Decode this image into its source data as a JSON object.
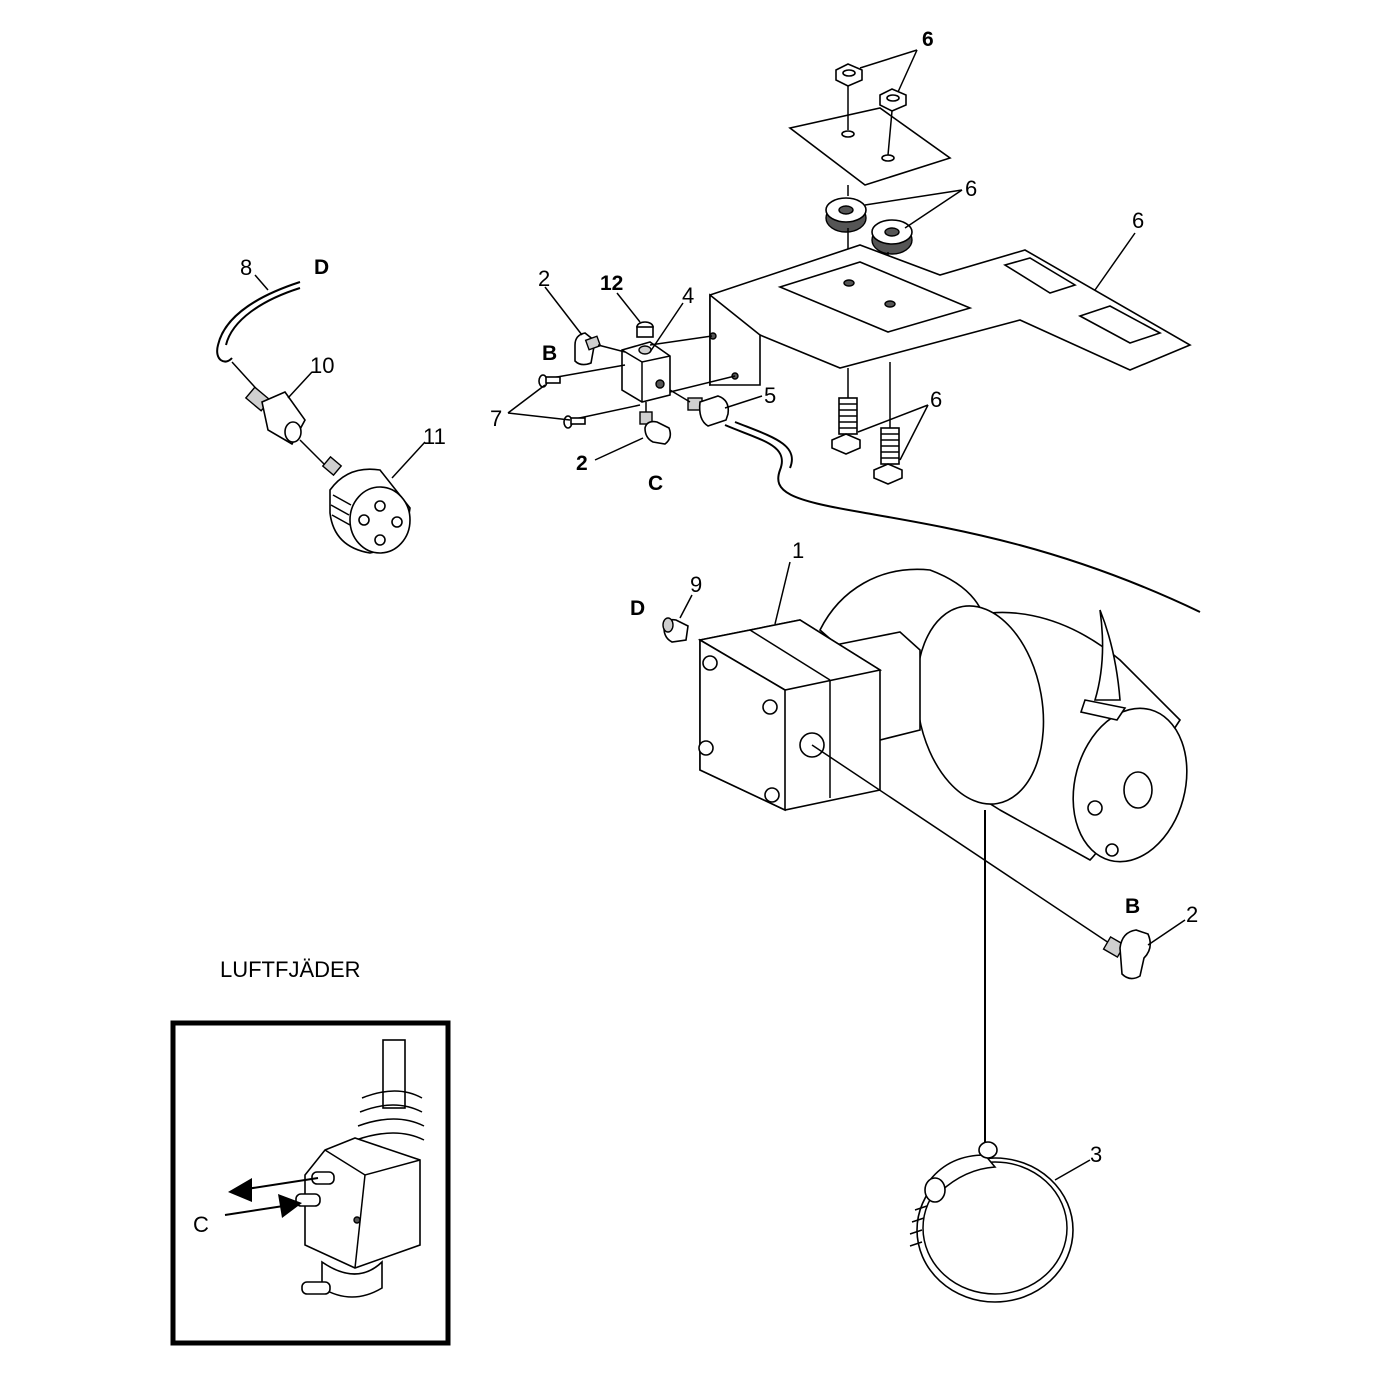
{
  "title": "LUFTFJÄDER",
  "callouts": {
    "n1": "1",
    "n2a": "2",
    "n2b": "2",
    "n2c": "2",
    "n3": "3",
    "n4": "4",
    "n5": "5",
    "n6a": "6",
    "n6b": "6",
    "n6c": "6",
    "n6d": "6",
    "n7": "7",
    "n8": "8",
    "n9": "9",
    "n10": "10",
    "n11": "11",
    "n12": "12"
  },
  "connection_letters": {
    "b_top": "B",
    "b_right": "B",
    "c_top": "C",
    "c_inset": "C",
    "d_top": "D",
    "d_mid": "D"
  },
  "colors": {
    "line": "#000000",
    "background": "#ffffff",
    "shade": "#cfcfcf"
  }
}
